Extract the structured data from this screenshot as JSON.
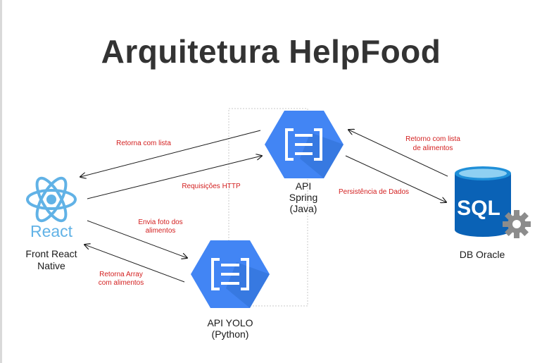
{
  "title": "Arquitetura HelpFood",
  "nodes": {
    "front": {
      "logo_text": "React",
      "label_lines": [
        "Front React",
        "Native"
      ]
    },
    "api_spring": {
      "label_lines": [
        "API",
        "Spring",
        "(Java)"
      ]
    },
    "api_yolo": {
      "label_lines": [
        "API YOLO",
        "(Python)"
      ]
    },
    "db": {
      "logo_text": "SQL",
      "label_lines": [
        "DB Oracle"
      ]
    }
  },
  "edges": {
    "retorna_lista": [
      "Retorna com lista"
    ],
    "requisicoes": [
      "Requisições HTTP"
    ],
    "envia_foto": [
      "Envia foto dos",
      "alimentos"
    ],
    "retorna_array": [
      "Retorna Array",
      "com alimentos"
    ],
    "retorno_lista_alimentos": [
      "Retorno com lista",
      "de alimentos"
    ],
    "persistencia": [
      "Persistência de Dados"
    ]
  },
  "colors": {
    "title": "#333333",
    "react": "#61b2e6",
    "gcp_hex": "#4285f4",
    "sql_top": "#1f8fd8",
    "sql_body": "#0a62b6",
    "gear": "#8c8c8c",
    "edge_label": "#d32020",
    "arrow": "#1a1a1a",
    "dotted": "#c8c8c8"
  }
}
